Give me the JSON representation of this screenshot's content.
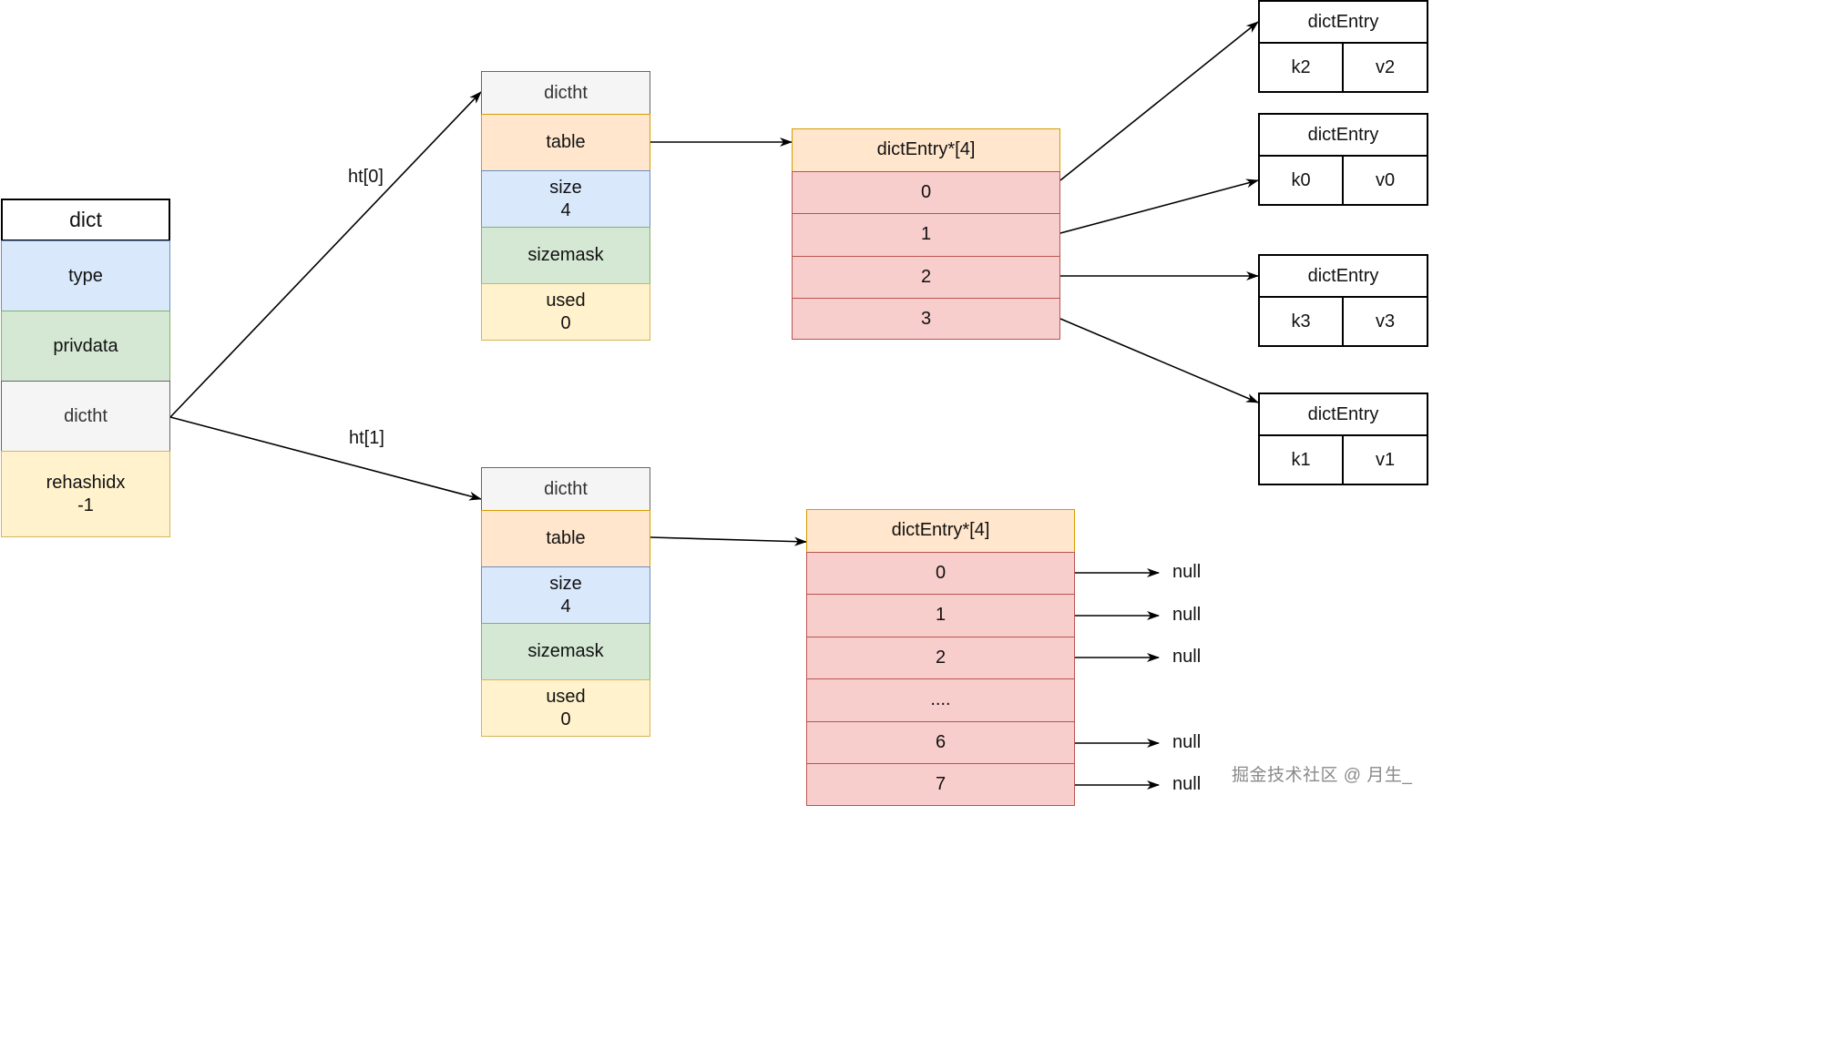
{
  "dict": {
    "title": "dict",
    "rows": [
      {
        "lines": [
          "type"
        ]
      },
      {
        "lines": [
          "privdata"
        ]
      },
      {
        "lines": [
          "dictht"
        ]
      },
      {
        "lines": [
          "rehashidx",
          "-1"
        ]
      }
    ]
  },
  "edge_labels": {
    "ht0": "ht[0]",
    "ht1": "ht[1]"
  },
  "dictht0": {
    "title": "dictht",
    "table": "table",
    "size": [
      "size",
      "4"
    ],
    "sizemask": "sizemask",
    "used": [
      "used",
      "0"
    ]
  },
  "dictht1": {
    "title": "dictht",
    "table": "table",
    "size": [
      "size",
      "4"
    ],
    "sizemask": "sizemask",
    "used": [
      "used",
      "0"
    ]
  },
  "array0": {
    "title": "dictEntry*[4]",
    "slots": [
      "0",
      "1",
      "2",
      "3"
    ]
  },
  "array1": {
    "title": "dictEntry*[4]",
    "slots": [
      "0",
      "1",
      "2",
      "....",
      "6",
      "7"
    ]
  },
  "entries": [
    {
      "title": "dictEntry",
      "key": "k2",
      "value": "v2"
    },
    {
      "title": "dictEntry",
      "key": "k0",
      "value": "v0"
    },
    {
      "title": "dictEntry",
      "key": "k3",
      "value": "v3"
    },
    {
      "title": "dictEntry",
      "key": "k1",
      "value": "v1"
    }
  ],
  "null_label": "null",
  "watermark": "掘金技术社区 @ 月生_",
  "colors": {
    "blue_fill": "#dae8fc",
    "green_fill": "#d5e8d4",
    "gray_fill": "#f5f5f5",
    "yellow_fill": "#fff2cc",
    "orange_fill": "#ffe6cc",
    "red_fill": "#f8cecc",
    "arrow": "#000000"
  }
}
